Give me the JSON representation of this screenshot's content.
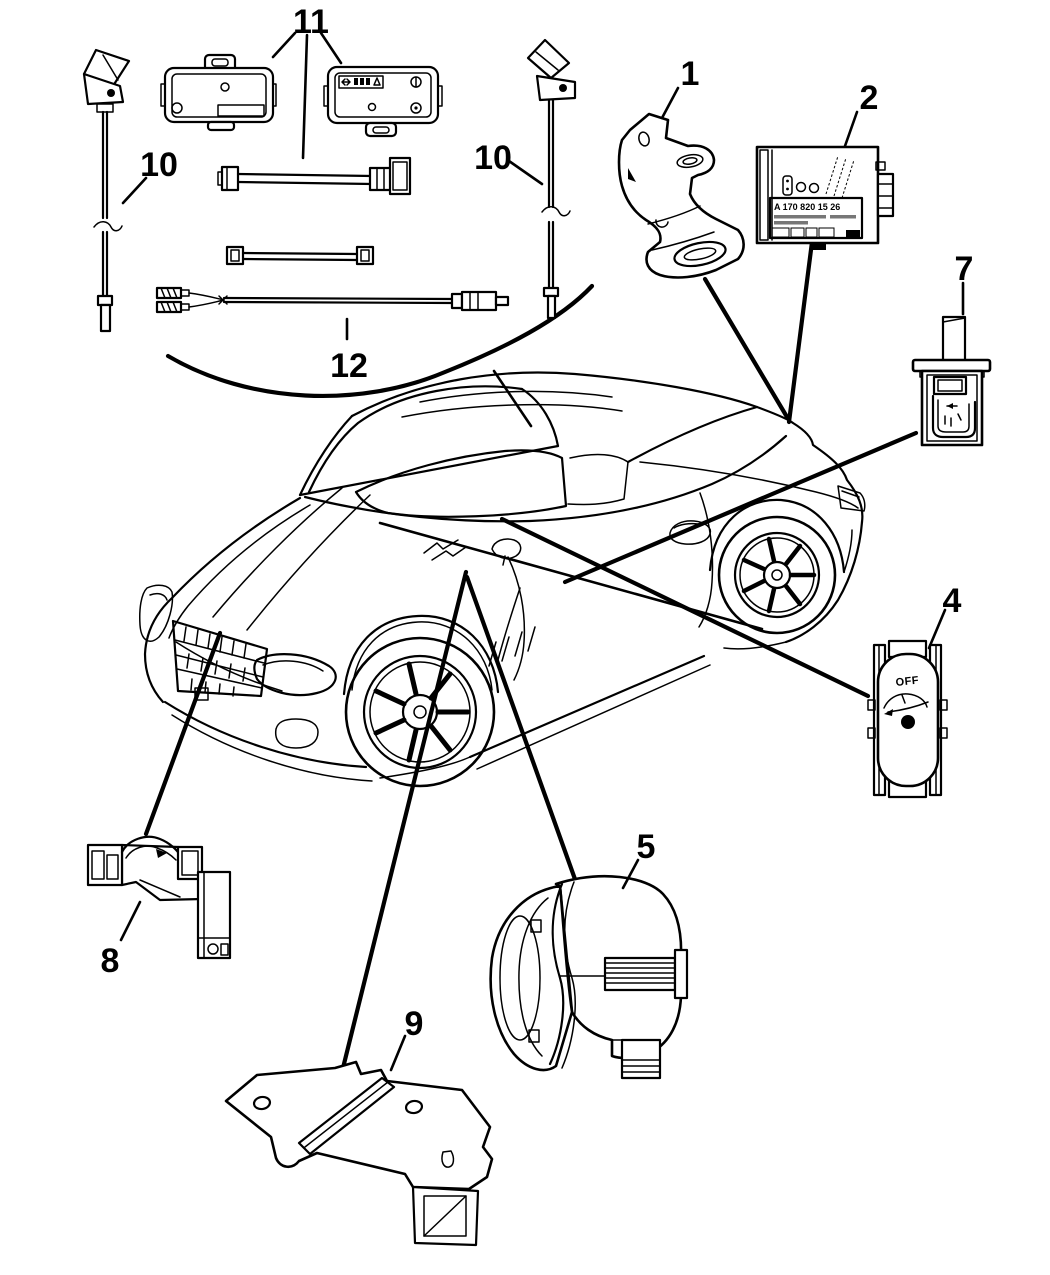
{
  "figure": {
    "type": "parts-diagram",
    "subject": "coupe alarm / security system components",
    "background": "#ffffff",
    "line_color": "#000000"
  },
  "callouts": {
    "n1": "1",
    "n2": "2",
    "n4": "4",
    "n5": "5",
    "n7": "7",
    "n8": "8",
    "n9": "9",
    "n10_left": "10",
    "n10_right": "10",
    "n11": "11",
    "n12": "12"
  },
  "part2_module": {
    "label_line": "A 170 820 15 26"
  },
  "part4_switch": {
    "label": "OFF"
  }
}
